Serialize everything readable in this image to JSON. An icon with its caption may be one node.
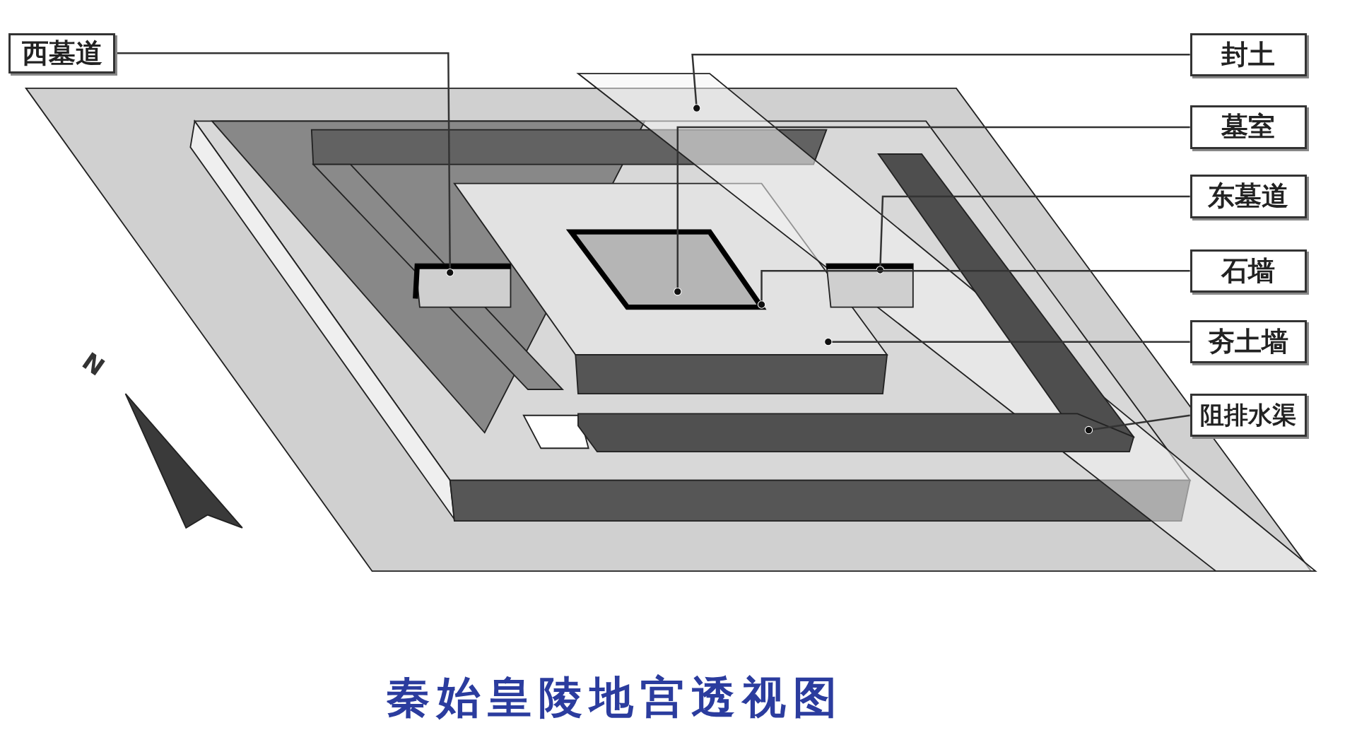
{
  "diagram": {
    "title": "秦始皇陵地宫透视图",
    "nodes": [
      {
        "text": [
          "西墓道"
        ]
      },
      {
        "text": [
          "封土"
        ]
      },
      {
        "text": [
          "墓室"
        ]
      },
      {
        "text": [
          "东墓道"
        ]
      },
      {
        "text": [
          "石墙"
        ]
      },
      {
        "text": [
          "夯土墙"
        ]
      },
      {
        "text": [
          "阻排水渠"
        ]
      }
    ],
    "edges": [
      {
        "from": 0,
        "to": null,
        "arrow": "other"
      },
      {
        "from": 1,
        "to": null,
        "arrow": "other"
      },
      {
        "from": 2,
        "to": null,
        "arrow": "other"
      },
      {
        "from": 3,
        "to": null,
        "arrow": "other"
      },
      {
        "from": 4,
        "to": null,
        "arrow": "other"
      },
      {
        "from": 5,
        "to": null,
        "arrow": "other"
      },
      {
        "from": 6,
        "to": null,
        "arrow": "other"
      }
    ],
    "labels": [
      "N"
    ]
  }
}
